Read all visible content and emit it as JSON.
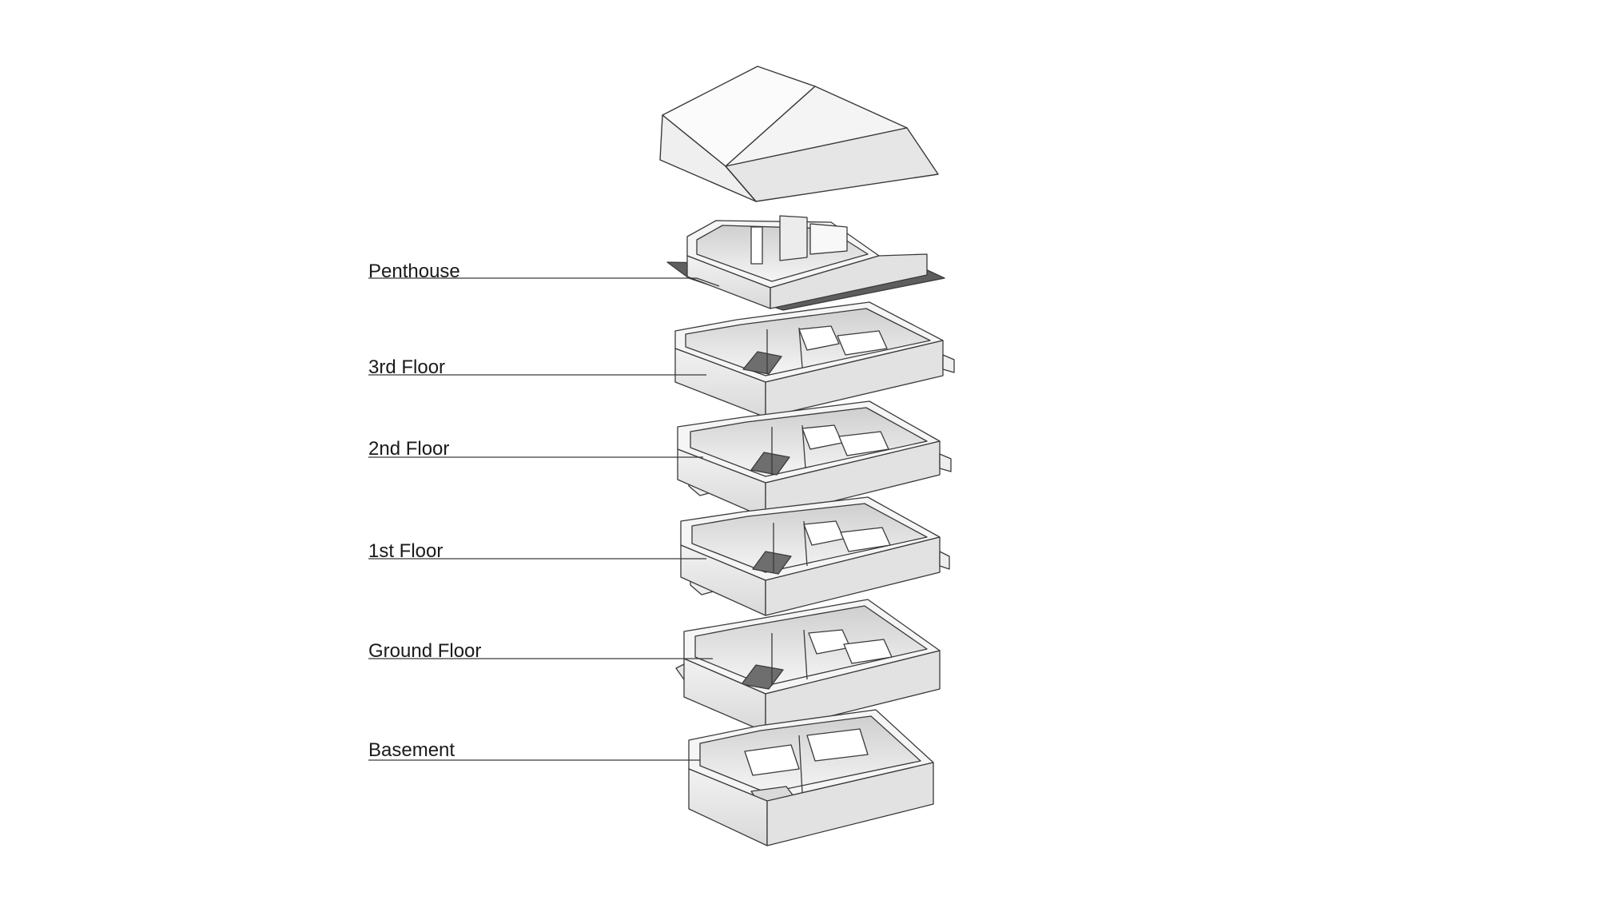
{
  "floors": [
    {
      "id": "penthouse",
      "label": "Penthouse"
    },
    {
      "id": "third",
      "label": "3rd Floor"
    },
    {
      "id": "second",
      "label": "2nd Floor"
    },
    {
      "id": "first",
      "label": "1st Floor"
    },
    {
      "id": "ground",
      "label": "Ground Floor"
    },
    {
      "id": "basement",
      "label": "Basement"
    }
  ],
  "colors": {
    "line": "#3a3a3a",
    "wall_top": "#f3f3f3",
    "wall_face": "#e4e4e4",
    "floor_dark": "#6e6e6e",
    "inner_shade": "#d2d2d2",
    "background": "#ffffff"
  }
}
